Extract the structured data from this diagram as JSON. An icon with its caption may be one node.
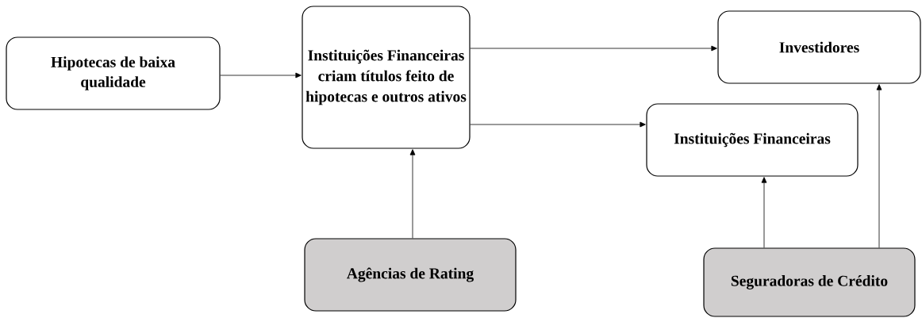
{
  "diagram": {
    "nodes": [
      {
        "text": [
          "Hipotecas de baixa qualidade"
        ]
      },
      {
        "text": [
          "Instituições Financeiras criam títulos feito de hipotecas e outros ativos"
        ]
      },
      {
        "text": [
          "Investidores"
        ]
      },
      {
        "text": [
          "Instituições Financeiras"
        ]
      },
      {
        "text": [
          "Agências de Rating"
        ]
      },
      {
        "text": [
          "Seguradoras de Crédito"
        ]
      }
    ],
    "edges": [
      {
        "from": 0,
        "to": 1,
        "arrow": "to"
      },
      {
        "from": 1,
        "to": 2,
        "arrow": "to"
      },
      {
        "from": 1,
        "to": 3,
        "arrow": "to"
      },
      {
        "from": 4,
        "to": 1,
        "arrow": "to"
      },
      {
        "from": 5,
        "to": 3,
        "arrow": "to"
      },
      {
        "from": 5,
        "to": 2,
        "arrow": "to"
      }
    ]
  }
}
